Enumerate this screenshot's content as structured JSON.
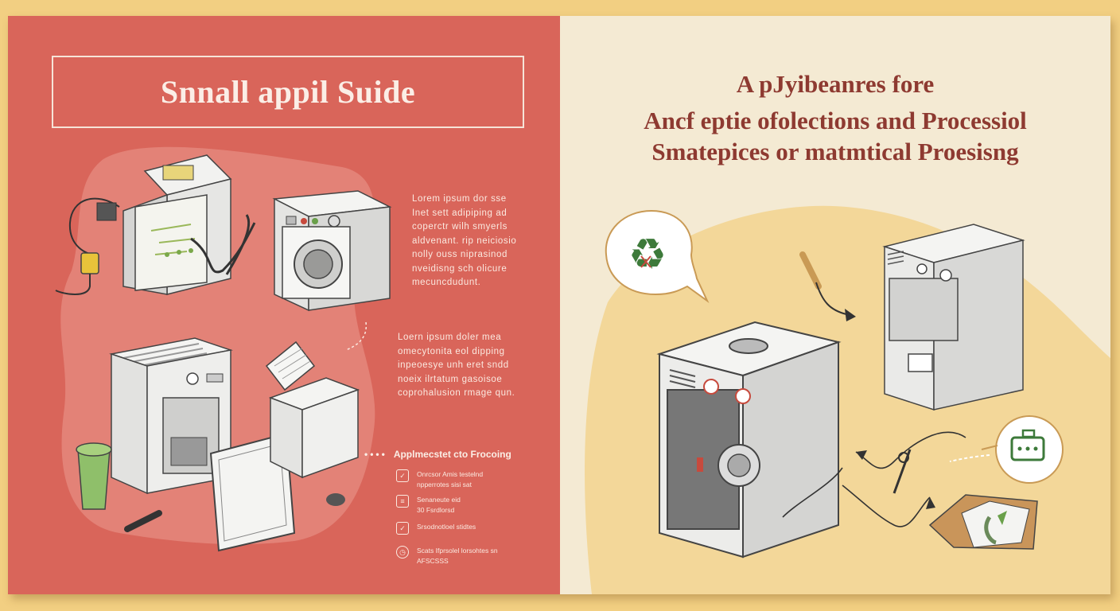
{
  "left_panel": {
    "title": "Snnall appil Suide",
    "paragraph1": [
      "Lorem ipsum dor sse",
      "Inet sett adipiping ad",
      "coperctr wilh smyerls",
      "aldvenant. rip neiciosio",
      "nolly ouss niprasinod",
      "nveidisng sch olicure",
      "mecuncdudunt."
    ],
    "paragraph2": [
      "Loern ipsum doler mea",
      "omecytonita eol dipping",
      "inpeoesye unh eret sndd",
      "noeix ilrtatum gasoisoe",
      "coprohalusion rmage qun."
    ],
    "process_heading": "Applmecstet cto Frocoing",
    "process_items": [
      {
        "icon": "tag-icon",
        "lines": [
          "Onrcsor Amis testelnd",
          "npperrotes sisi sat",
          "Senaneute eid"
        ]
      },
      {
        "icon": "list-icon",
        "lines": [
          "30 Fsrdlorsd"
        ]
      },
      {
        "icon": "check-icon",
        "lines": [
          "Srsodnotloel stidtes"
        ]
      },
      {
        "icon": "clock-icon",
        "lines": [
          "Scats Ifprsolel lorsohtes sn",
          "AFSCSSS"
        ]
      }
    ]
  },
  "right_panel": {
    "title_lines": [
      "A pJyibeanres fore",
      "Ancf eptie ofolections and Processiol",
      "Smatepices or matmtical Proesisng"
    ]
  },
  "colors": {
    "left_bg": "#d9655a",
    "right_bg": "#f4ead3",
    "page_bg": "#f2cf82",
    "right_title": "#8e3a31",
    "recycle_green": "#3d7a3a"
  }
}
